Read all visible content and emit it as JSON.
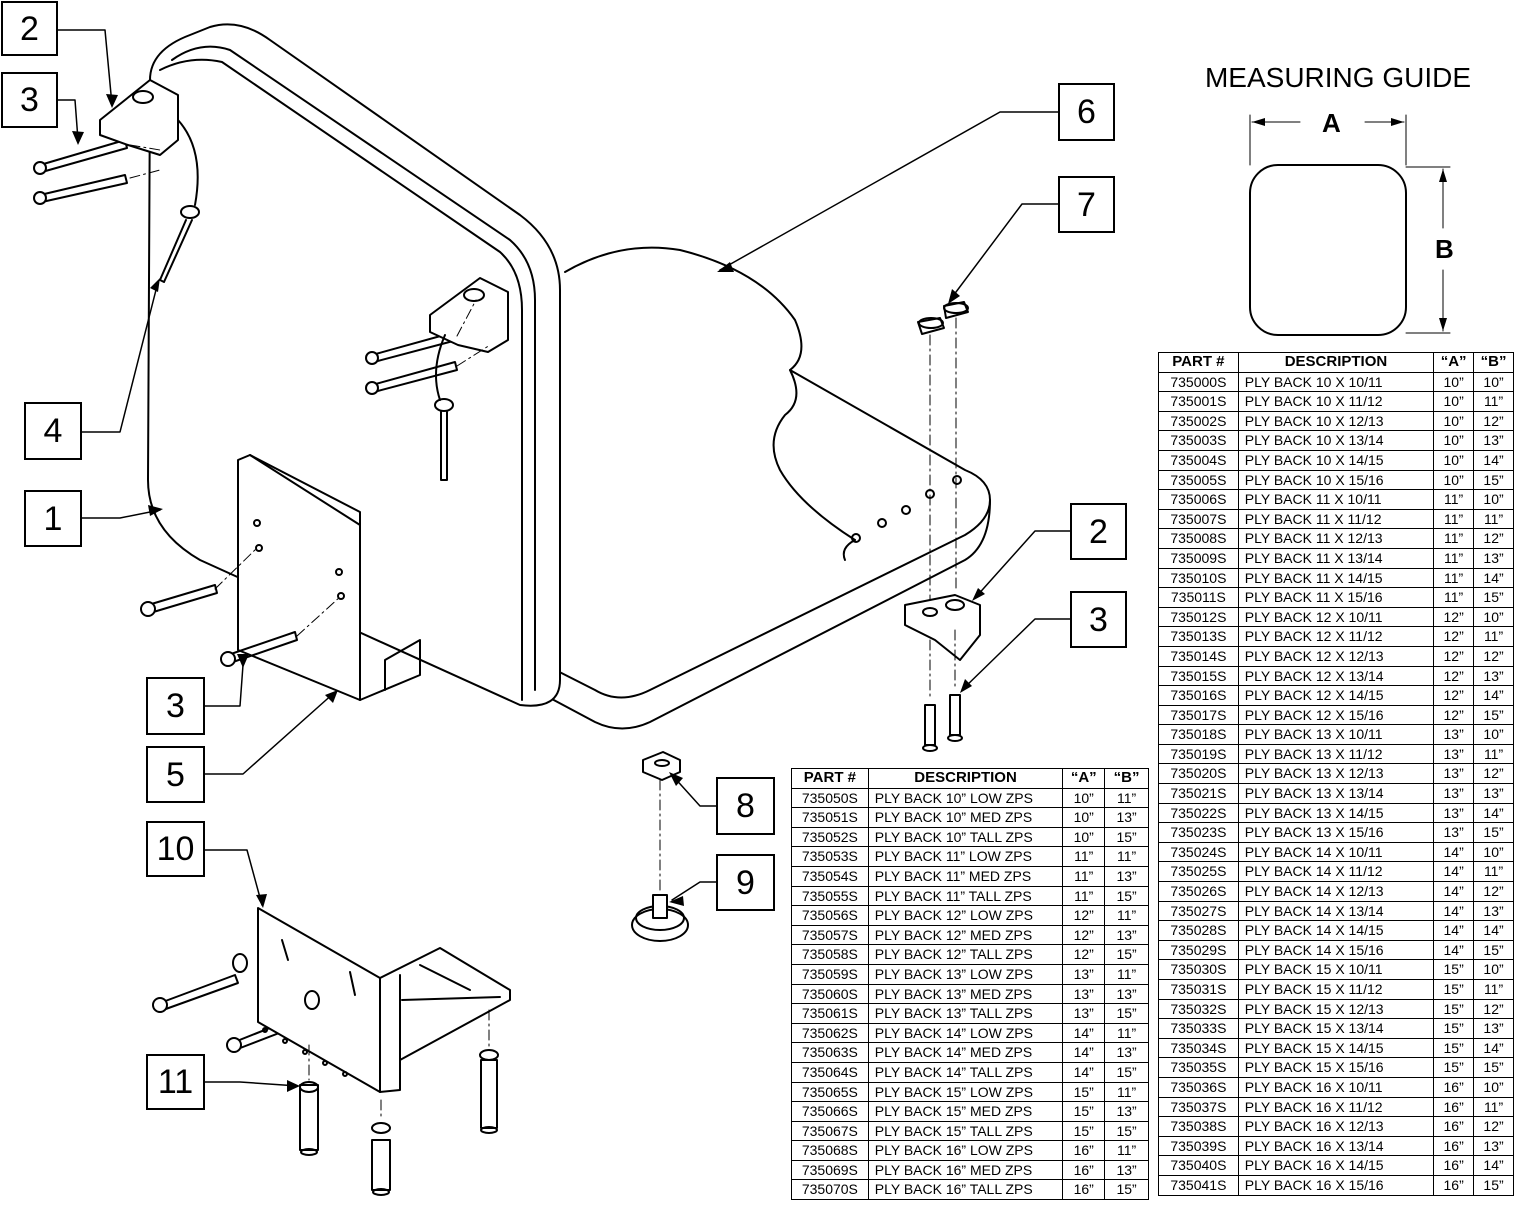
{
  "callouts": [
    {
      "id": "c1",
      "label": "1"
    },
    {
      "id": "c2a",
      "label": "2"
    },
    {
      "id": "c2b",
      "label": "2"
    },
    {
      "id": "c3a",
      "label": "3"
    },
    {
      "id": "c3b",
      "label": "3"
    },
    {
      "id": "c3c",
      "label": "3"
    },
    {
      "id": "c4",
      "label": "4"
    },
    {
      "id": "c5",
      "label": "5"
    },
    {
      "id": "c6",
      "label": "6"
    },
    {
      "id": "c7",
      "label": "7"
    },
    {
      "id": "c8",
      "label": "8"
    },
    {
      "id": "c9",
      "label": "9"
    },
    {
      "id": "c10",
      "label": "10"
    },
    {
      "id": "c11",
      "label": "11"
    }
  ],
  "measuring_guide": {
    "title": "MEASURING GUIDE",
    "label_a": "A",
    "label_b": "B"
  },
  "headers": [
    "PART #",
    "DESCRIPTION",
    "“A”",
    "“B”"
  ],
  "zps_table": [
    [
      "735050S",
      "PLY BACK 10” LOW ZPS",
      "10”",
      "11”"
    ],
    [
      "735051S",
      "PLY BACK 10” MED ZPS",
      "10”",
      "13”"
    ],
    [
      "735052S",
      "PLY BACK 10” TALL ZPS",
      "10”",
      "15”"
    ],
    [
      "735053S",
      "PLY BACK 11” LOW ZPS",
      "11”",
      "11”"
    ],
    [
      "735054S",
      "PLY BACK 11” MED ZPS",
      "11”",
      "13”"
    ],
    [
      "735055S",
      "PLY BACK 11” TALL ZPS",
      "11”",
      "15”"
    ],
    [
      "735056S",
      "PLY BACK 12” LOW ZPS",
      "12”",
      "11”"
    ],
    [
      "735057S",
      "PLY BACK 12” MED ZPS",
      "12”",
      "13”"
    ],
    [
      "735058S",
      "PLY BACK 12” TALL ZPS",
      "12”",
      "15”"
    ],
    [
      "735059S",
      "PLY BACK 13” LOW ZPS",
      "13”",
      "11”"
    ],
    [
      "735060S",
      "PLY BACK 13” MED ZPS",
      "13”",
      "13”"
    ],
    [
      "735061S",
      "PLY BACK 13” TALL ZPS",
      "13”",
      "15”"
    ],
    [
      "735062S",
      "PLY BACK 14” LOW ZPS",
      "14”",
      "11”"
    ],
    [
      "735063S",
      "PLY BACK 14” MED ZPS",
      "14”",
      "13”"
    ],
    [
      "735064S",
      "PLY BACK 14” TALL ZPS",
      "14”",
      "15”"
    ],
    [
      "735065S",
      "PLY BACK 15” LOW ZPS",
      "15”",
      "11”"
    ],
    [
      "735066S",
      "PLY BACK 15” MED ZPS",
      "15”",
      "13”"
    ],
    [
      "735067S",
      "PLY BACK 15” TALL ZPS",
      "15”",
      "15”"
    ],
    [
      "735068S",
      "PLY BACK 16” LOW ZPS",
      "16”",
      "11”"
    ],
    [
      "735069S",
      "PLY BACK 16” MED ZPS",
      "16”",
      "13”"
    ],
    [
      "735070S",
      "PLY BACK 16” TALL ZPS",
      "16”",
      "15”"
    ]
  ],
  "size_table": [
    [
      "735000S",
      "PLY BACK 10 X 10/11",
      "10”",
      "10”"
    ],
    [
      "735001S",
      "PLY BACK 10 X 11/12",
      "10”",
      "11”"
    ],
    [
      "735002S",
      "PLY BACK 10 X 12/13",
      "10”",
      "12”"
    ],
    [
      "735003S",
      "PLY BACK 10 X 13/14",
      "10”",
      "13”"
    ],
    [
      "735004S",
      "PLY BACK 10 X 14/15",
      "10”",
      "14”"
    ],
    [
      "735005S",
      "PLY BACK 10 X 15/16",
      "10”",
      "15”"
    ],
    [
      "735006S",
      "PLY BACK 11 X 10/11",
      "11”",
      "10”"
    ],
    [
      "735007S",
      "PLY BACK 11 X 11/12",
      "11”",
      "11”"
    ],
    [
      "735008S",
      "PLY BACK 11 X 12/13",
      "11”",
      "12”"
    ],
    [
      "735009S",
      "PLY BACK 11 X 13/14",
      "11”",
      "13”"
    ],
    [
      "735010S",
      "PLY BACK 11 X 14/15",
      "11”",
      "14”"
    ],
    [
      "735011S",
      "PLY BACK 11 X 15/16",
      "11”",
      "15”"
    ],
    [
      "735012S",
      "PLY BACK 12 X 10/11",
      "12”",
      "10”"
    ],
    [
      "735013S",
      "PLY BACK 12 X 11/12",
      "12”",
      "11”"
    ],
    [
      "735014S",
      "PLY BACK 12 X 12/13",
      "12”",
      "12”"
    ],
    [
      "735015S",
      "PLY BACK 12 X 13/14",
      "12”",
      "13”"
    ],
    [
      "735016S",
      "PLY BACK 12 X 14/15",
      "12”",
      "14”"
    ],
    [
      "735017S",
      "PLY BACK 12 X 15/16",
      "12”",
      "15”"
    ],
    [
      "735018S",
      "PLY BACK 13 X 10/11",
      "13”",
      "10”"
    ],
    [
      "735019S",
      "PLY BACK 13 X 11/12",
      "13”",
      "11”"
    ],
    [
      "735020S",
      "PLY BACK 13 X 12/13",
      "13”",
      "12”"
    ],
    [
      "735021S",
      "PLY BACK 13 X 13/14",
      "13”",
      "13”"
    ],
    [
      "735022S",
      "PLY BACK 13 X 14/15",
      "13”",
      "14”"
    ],
    [
      "735023S",
      "PLY BACK 13 X 15/16",
      "13”",
      "15”"
    ],
    [
      "735024S",
      "PLY BACK 14 X 10/11",
      "14”",
      "10”"
    ],
    [
      "735025S",
      "PLY BACK 14 X 11/12",
      "14”",
      "11”"
    ],
    [
      "735026S",
      "PLY BACK 14 X 12/13",
      "14”",
      "12”"
    ],
    [
      "735027S",
      "PLY BACK 14 X 13/14",
      "14”",
      "13”"
    ],
    [
      "735028S",
      "PLY BACK 14 X 14/15",
      "14”",
      "14”"
    ],
    [
      "735029S",
      "PLY BACK 14 X 15/16",
      "14”",
      "15”"
    ],
    [
      "735030S",
      "PLY BACK 15 X 10/11",
      "15”",
      "10”"
    ],
    [
      "735031S",
      "PLY BACK 15 X 11/12",
      "15”",
      "11”"
    ],
    [
      "735032S",
      "PLY BACK 15 X 12/13",
      "15”",
      "12”"
    ],
    [
      "735033S",
      "PLY BACK 15 X 13/14",
      "15”",
      "13”"
    ],
    [
      "735034S",
      "PLY BACK 15 X 14/15",
      "15”",
      "14”"
    ],
    [
      "735035S",
      "PLY BACK 15 X 15/16",
      "15”",
      "15”"
    ],
    [
      "735036S",
      "PLY BACK 16 X 10/11",
      "16”",
      "10”"
    ],
    [
      "735037S",
      "PLY BACK 16 X 11/12",
      "16”",
      "11”"
    ],
    [
      "735038S",
      "PLY BACK 16 X 12/13",
      "16”",
      "12”"
    ],
    [
      "735039S",
      "PLY BACK 16 X 13/14",
      "16”",
      "13”"
    ],
    [
      "735040S",
      "PLY BACK 16 X 14/15",
      "16”",
      "14”"
    ],
    [
      "735041S",
      "PLY BACK 16 X 15/16",
      "16”",
      "15”"
    ]
  ]
}
